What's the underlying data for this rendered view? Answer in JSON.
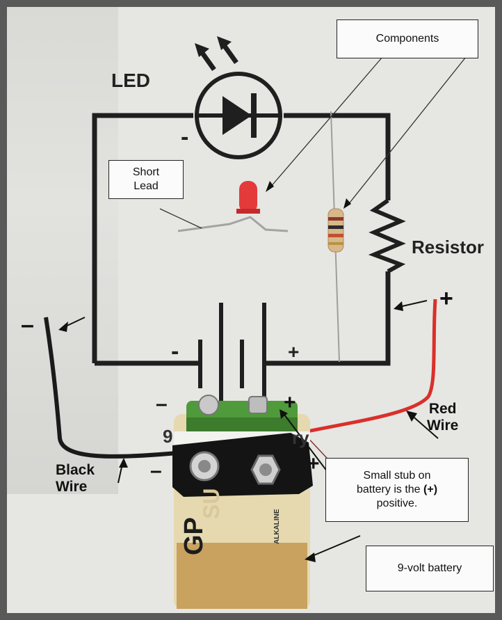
{
  "diagram_labels": {
    "led": "LED",
    "resistor": "Resistor",
    "led_minus": "-",
    "battery_minus": "-",
    "battery_plus": "+"
  },
  "callouts": {
    "components": "Components",
    "short_lead": "Short\nLead",
    "small_stub_line1": "Small stub on",
    "small_stub_line2": "battery is the",
    "small_stub_bold": "(+)",
    "small_stub_line3": "positive.",
    "battery": "9-volt battery",
    "red_wire": "Red\nWire",
    "black_wire": "Black\nWire"
  },
  "signs": {
    "black_wire_minus": "–",
    "red_wire_plus": "+",
    "terminal_minus": "–",
    "terminal_plus": "+",
    "clip_minus": "–",
    "clip_plus": "+"
  },
  "battery_text": {
    "brand": "GP",
    "brand_line": "SU",
    "type": "ALKALINE",
    "partial_label": "9",
    "partial_label2": "ry"
  },
  "colors": {
    "red_wire": "#d9302a",
    "black_wire": "#1a1a1a",
    "battery_green": "#4f9a3a",
    "battery_gold": "#c8a25e"
  }
}
